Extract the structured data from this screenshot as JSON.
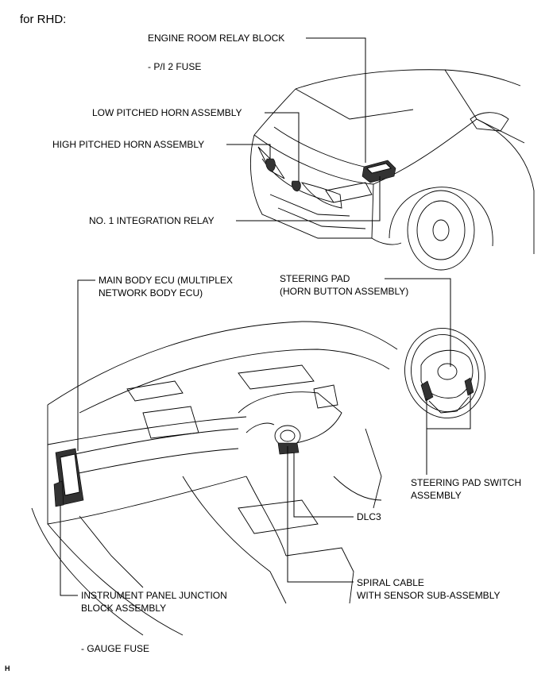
{
  "heading": "for RHD:",
  "corner_mark": "H",
  "labels": {
    "engine_room_relay_block": "ENGINE ROOM RELAY BLOCK",
    "pi2_fuse": "- P/I 2 FUSE",
    "low_pitched_horn": "LOW PITCHED HORN ASSEMBLY",
    "high_pitched_horn": "HIGH PITCHED HORN ASSEMBLY",
    "no1_integration_relay": "NO. 1 INTEGRATION RELAY",
    "main_body_ecu_line1": "MAIN BODY ECU (MULTIPLEX",
    "main_body_ecu_line2": "NETWORK BODY ECU)",
    "steering_pad_line1": "STEERING PAD",
    "steering_pad_line2": "(HORN BUTTON ASSEMBLY)",
    "steering_pad_switch_line1": "STEERING PAD SWITCH",
    "steering_pad_switch_line2": "ASSEMBLY",
    "dlc3": "DLC3",
    "spiral_cable_line1": "SPIRAL CABLE",
    "spiral_cable_line2": "WITH SENSOR SUB-ASSEMBLY",
    "instrument_panel_jb_line1": "INSTRUMENT PANEL JUNCTION",
    "instrument_panel_jb_line2": "BLOCK ASSEMBLY",
    "gauge_fuse": "- GAUGE FUSE"
  }
}
